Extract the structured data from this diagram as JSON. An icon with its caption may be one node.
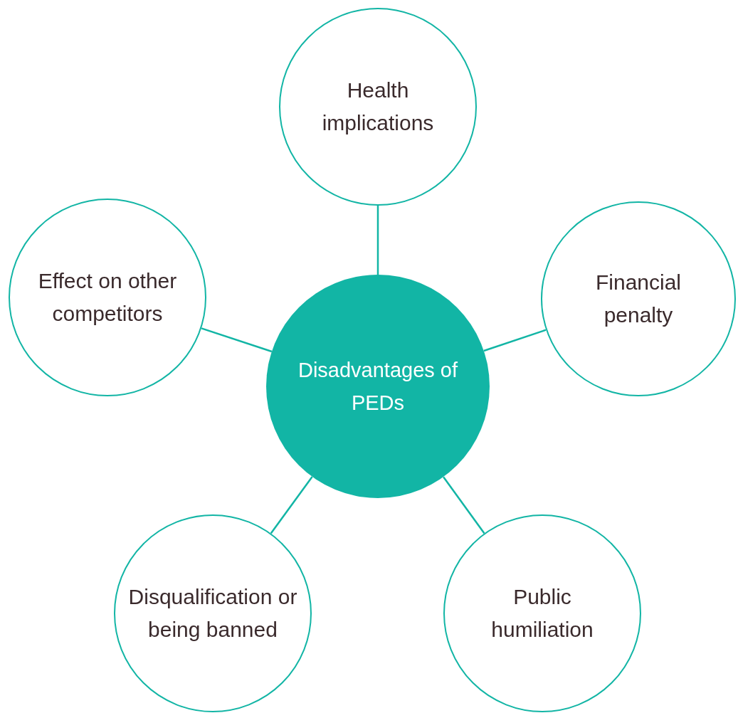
{
  "diagram": {
    "nodes": [
      {
        "text": [
          "Health implications"
        ]
      },
      {
        "text": [
          "Effect on other competitors"
        ]
      },
      {
        "text": [
          "Financial penalty"
        ]
      },
      {
        "text": [
          "Disadvantages of PEDs"
        ]
      },
      {
        "text": [
          "Disqualification or being banned"
        ]
      },
      {
        "text": [
          "Public humiliation"
        ]
      }
    ],
    "edges": [
      {
        "from": 3,
        "to": 0,
        "arrow": "none"
      },
      {
        "from": 3,
        "to": 1,
        "arrow": "none"
      },
      {
        "from": 3,
        "to": 2,
        "arrow": "none"
      },
      {
        "from": 3,
        "to": 4,
        "arrow": "none"
      },
      {
        "from": 3,
        "to": 5,
        "arrow": "none"
      }
    ]
  }
}
